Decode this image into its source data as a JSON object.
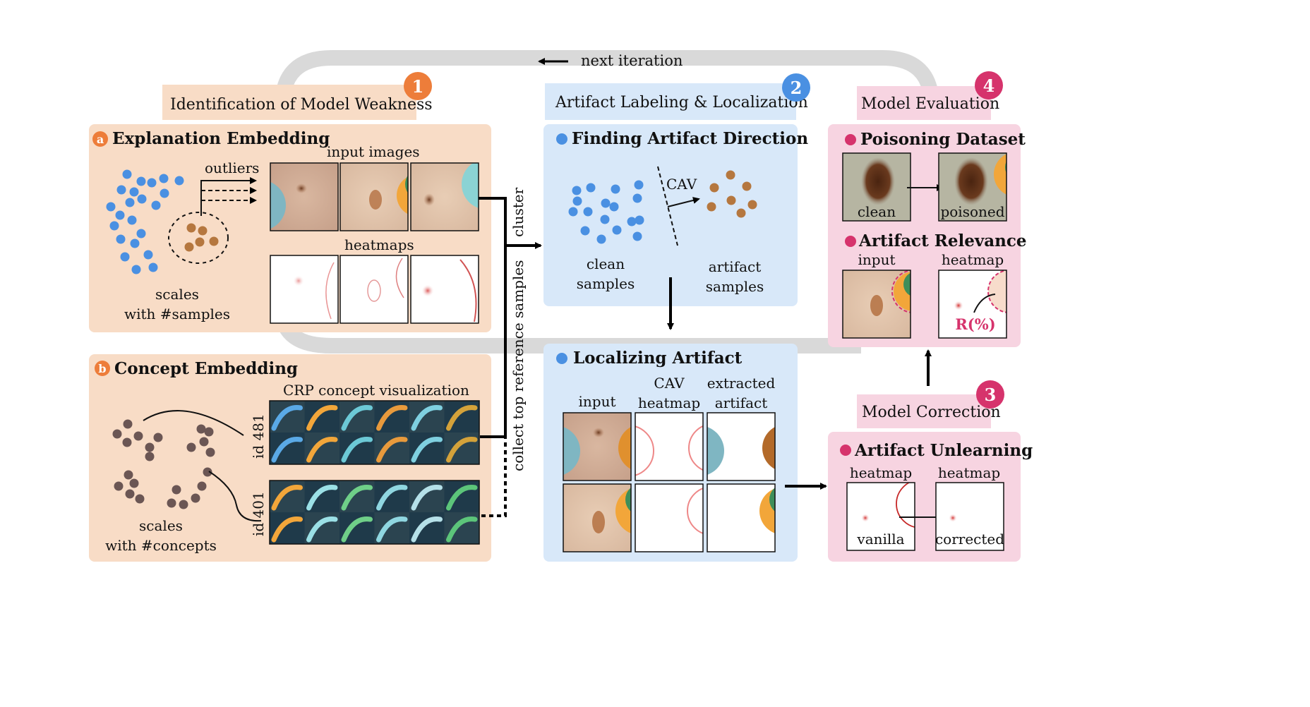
{
  "top_loop_label": "next iteration",
  "stage1": {
    "title": "Identification of  Model Weakness",
    "badge": "1",
    "color": "#ed7d3a"
  },
  "stage2": {
    "title": "Artifact Labeling & Localization",
    "badge": "2",
    "color": "#4a90e2"
  },
  "stage3": {
    "title": "Model Correction",
    "badge": "3",
    "color": "#d6336c"
  },
  "stage4": {
    "title": "Model Evaluation",
    "badge": "4",
    "color": "#d6336c"
  },
  "panel_a": {
    "badge": "a",
    "title": "Explanation Embedding",
    "outliers_label": "outliers",
    "input_images_label": "input images",
    "heatmaps_label": "heatmaps",
    "scales_line1": "scales",
    "scales_line2": "with #samples"
  },
  "panel_b": {
    "badge": "b",
    "title": "Concept Embedding",
    "crp_label": "CRP concept visualization",
    "id1": "id 481",
    "id2": "id 401",
    "scales_line1": "scales",
    "scales_line2": "with #concepts"
  },
  "connectors": {
    "cluster": "cluster",
    "collect": "collect top reference samples"
  },
  "finding": {
    "title": "Finding Artifact Direction",
    "cav": "CAV",
    "clean_line1": "clean",
    "clean_line2": "samples",
    "artifact_line1": "artifact",
    "artifact_line2": "samples"
  },
  "localizing": {
    "title": "Localizing Artifact",
    "col1": "input",
    "col2_line1": "CAV",
    "col2_line2": "heatmap",
    "col3_line1": "extracted",
    "col3_line2": "artifact"
  },
  "poisoning": {
    "title": "Poisoning Dataset",
    "clean": "clean",
    "poisoned": "poisoned"
  },
  "relevance": {
    "title": "Artifact Relevance",
    "input": "input",
    "heatmap": "heatmap",
    "r": "R(%)"
  },
  "unlearning": {
    "title": "Artifact Unlearning",
    "heatmap1": "heatmap",
    "heatmap2": "heatmap",
    "vanilla": "vanilla",
    "corrected": "corrected"
  }
}
